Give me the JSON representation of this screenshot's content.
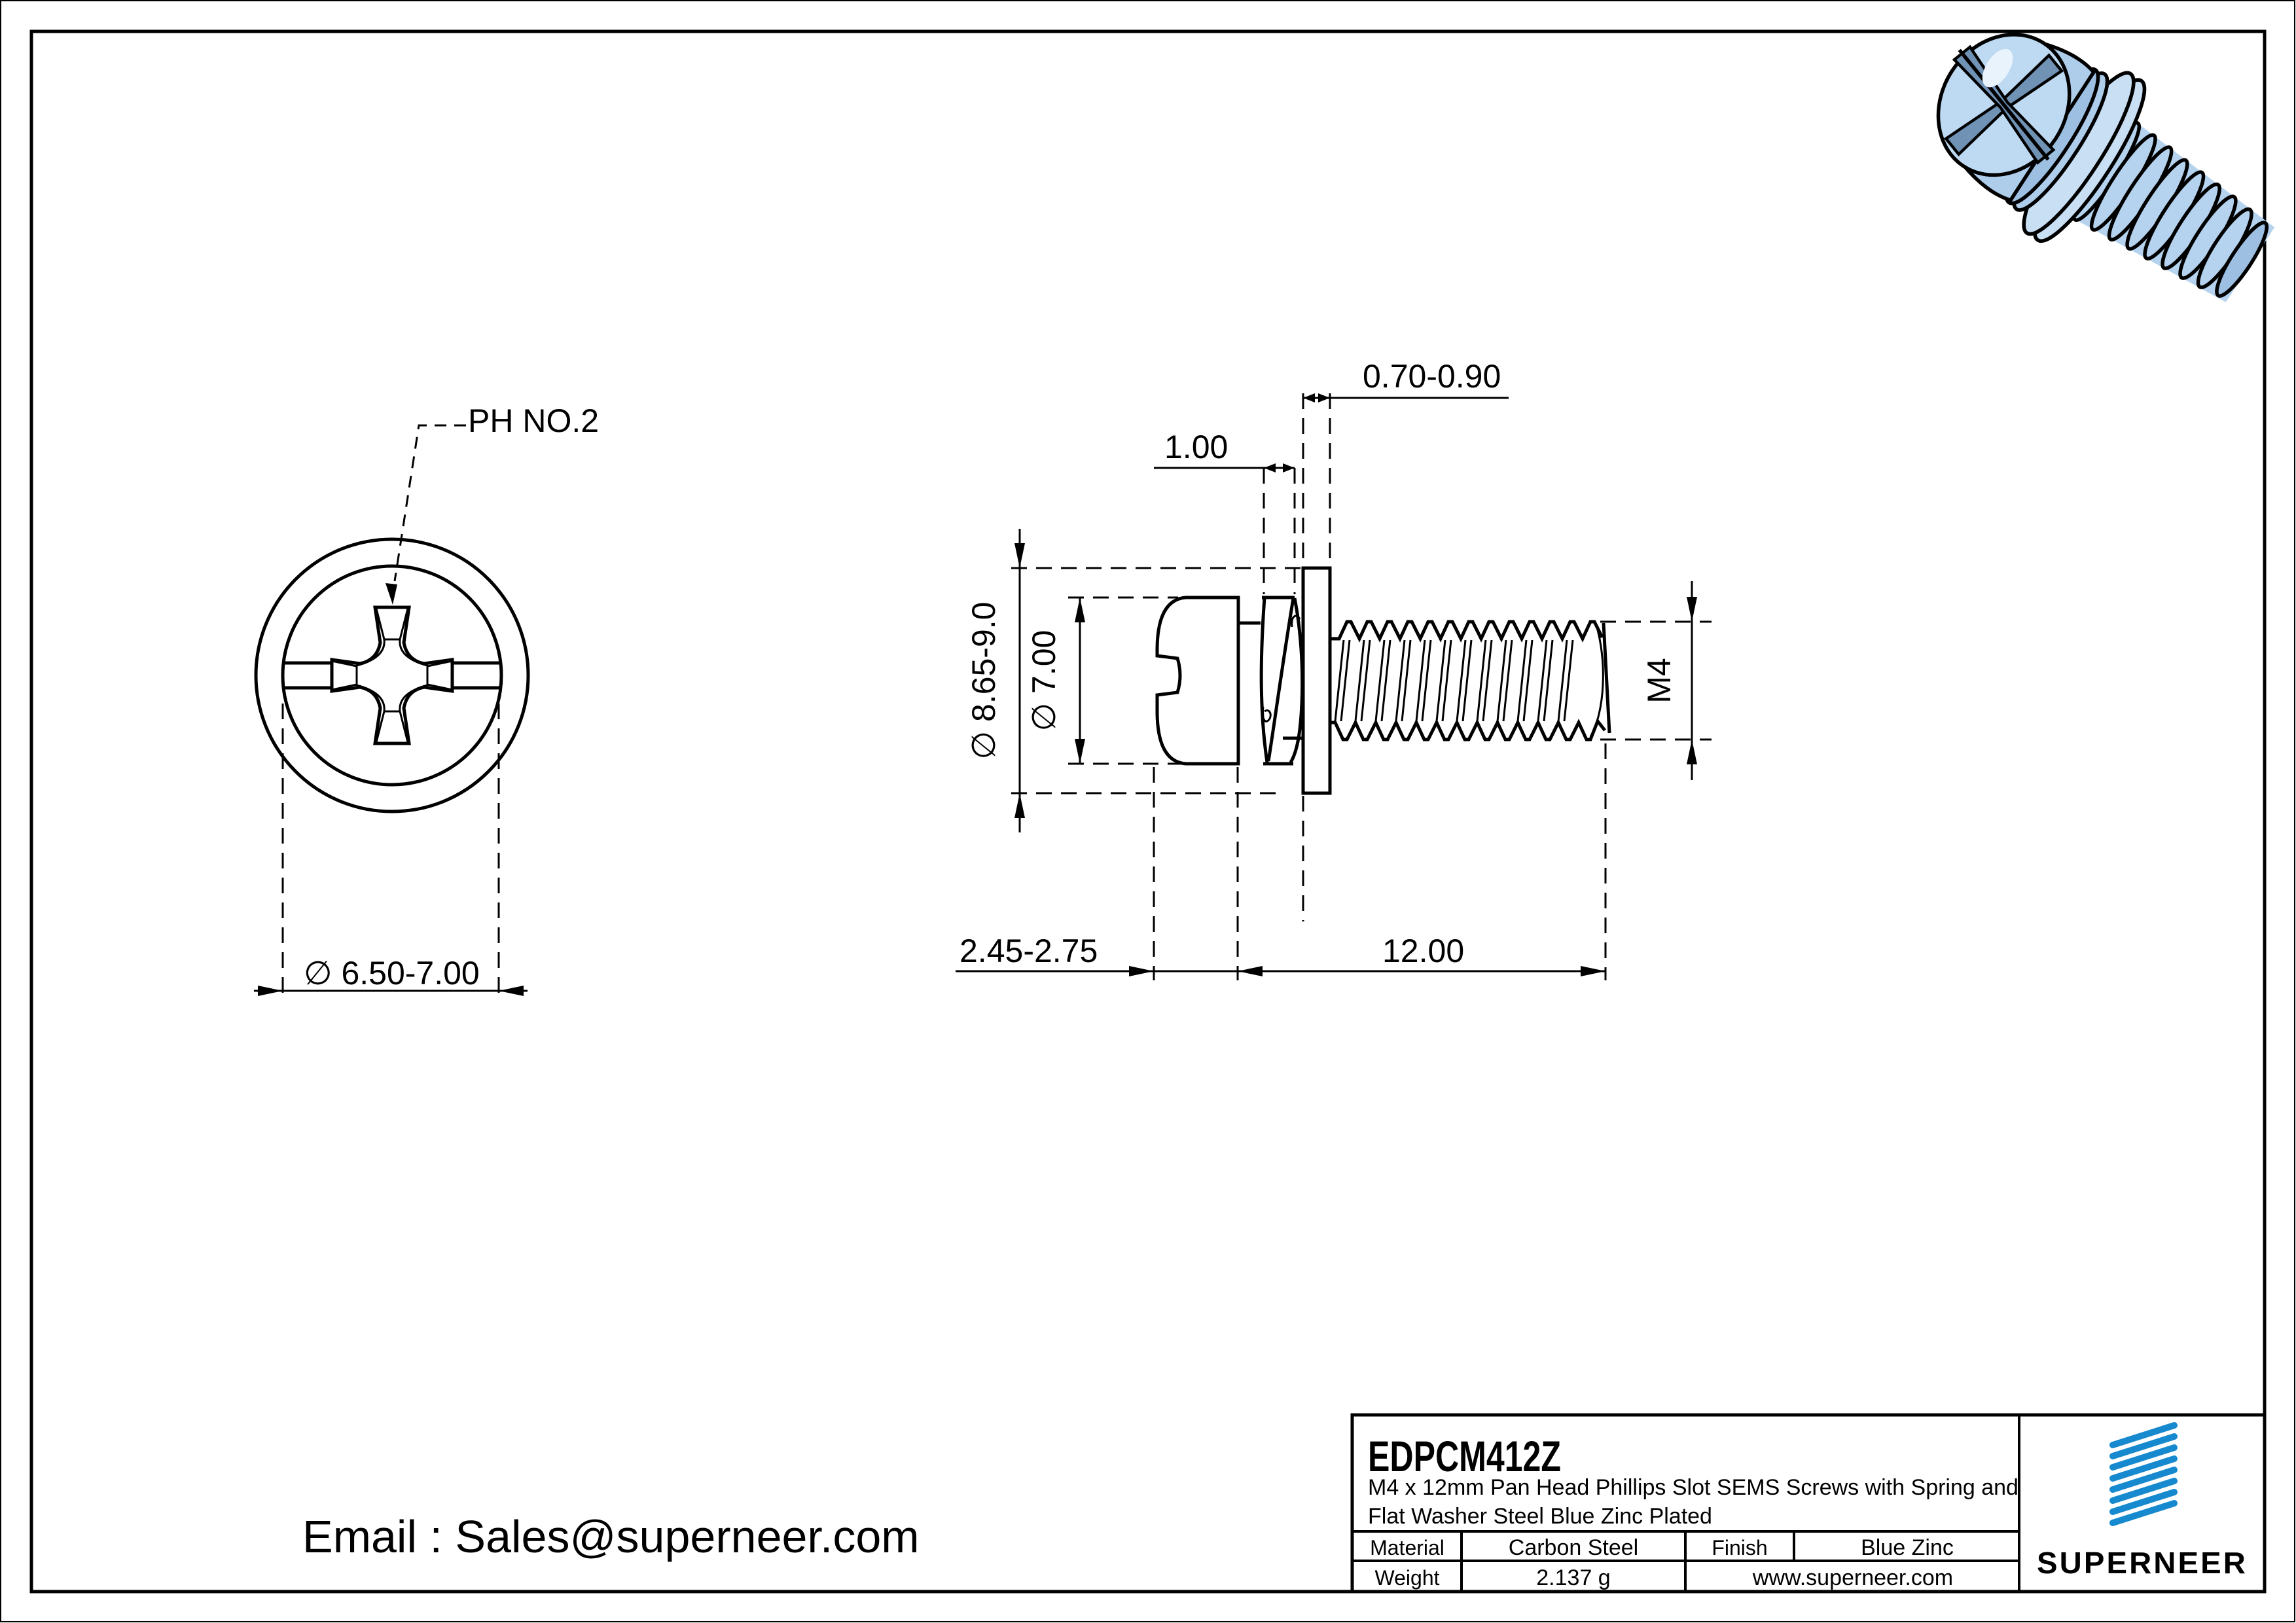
{
  "drawing": {
    "ph_label": "PH NO.2",
    "dim_head_od_front": "∅ 6.50-7.00",
    "dim_washer_thickness": "0.70-0.90",
    "dim_spring_width": "1.00",
    "dim_washer_od": "∅ 8.65-9.0",
    "dim_head_od": "∅ 7.00",
    "dim_thread": "M4",
    "dim_head_height": "2.45-2.75",
    "dim_length": "12.00"
  },
  "contact": {
    "email": "Email : Sales@superneer.com"
  },
  "title_block": {
    "part_number": "EDPCM412Z",
    "description_line1": "M4 x 12mm Pan Head Phillips Slot SEMS Screws with Spring and",
    "description_line2": "Flat Washer Steel Blue Zinc Plated",
    "material_label": "Material",
    "material_value": "Carbon Steel",
    "finish_label": "Finish",
    "finish_value": "Blue Zinc",
    "weight_label": "Weight",
    "weight_value": "2.137 g",
    "website": "www.superneer.com",
    "brand": "SUPERNEER"
  },
  "colors": {
    "brand_blue": "#1789ce",
    "screw_body": "#b5d3ee"
  }
}
